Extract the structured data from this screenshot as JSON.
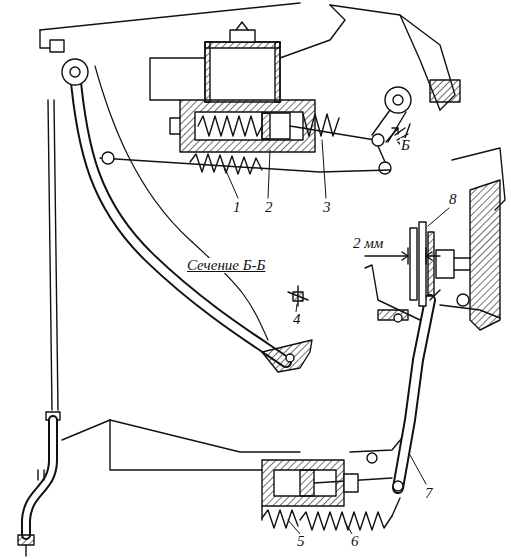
{
  "diagram": {
    "labels": [
      "1",
      "2",
      "3",
      "Б",
      "Сечение Б-Б",
      "4",
      "8",
      "2 мм",
      "7",
      "5",
      "6"
    ]
  }
}
